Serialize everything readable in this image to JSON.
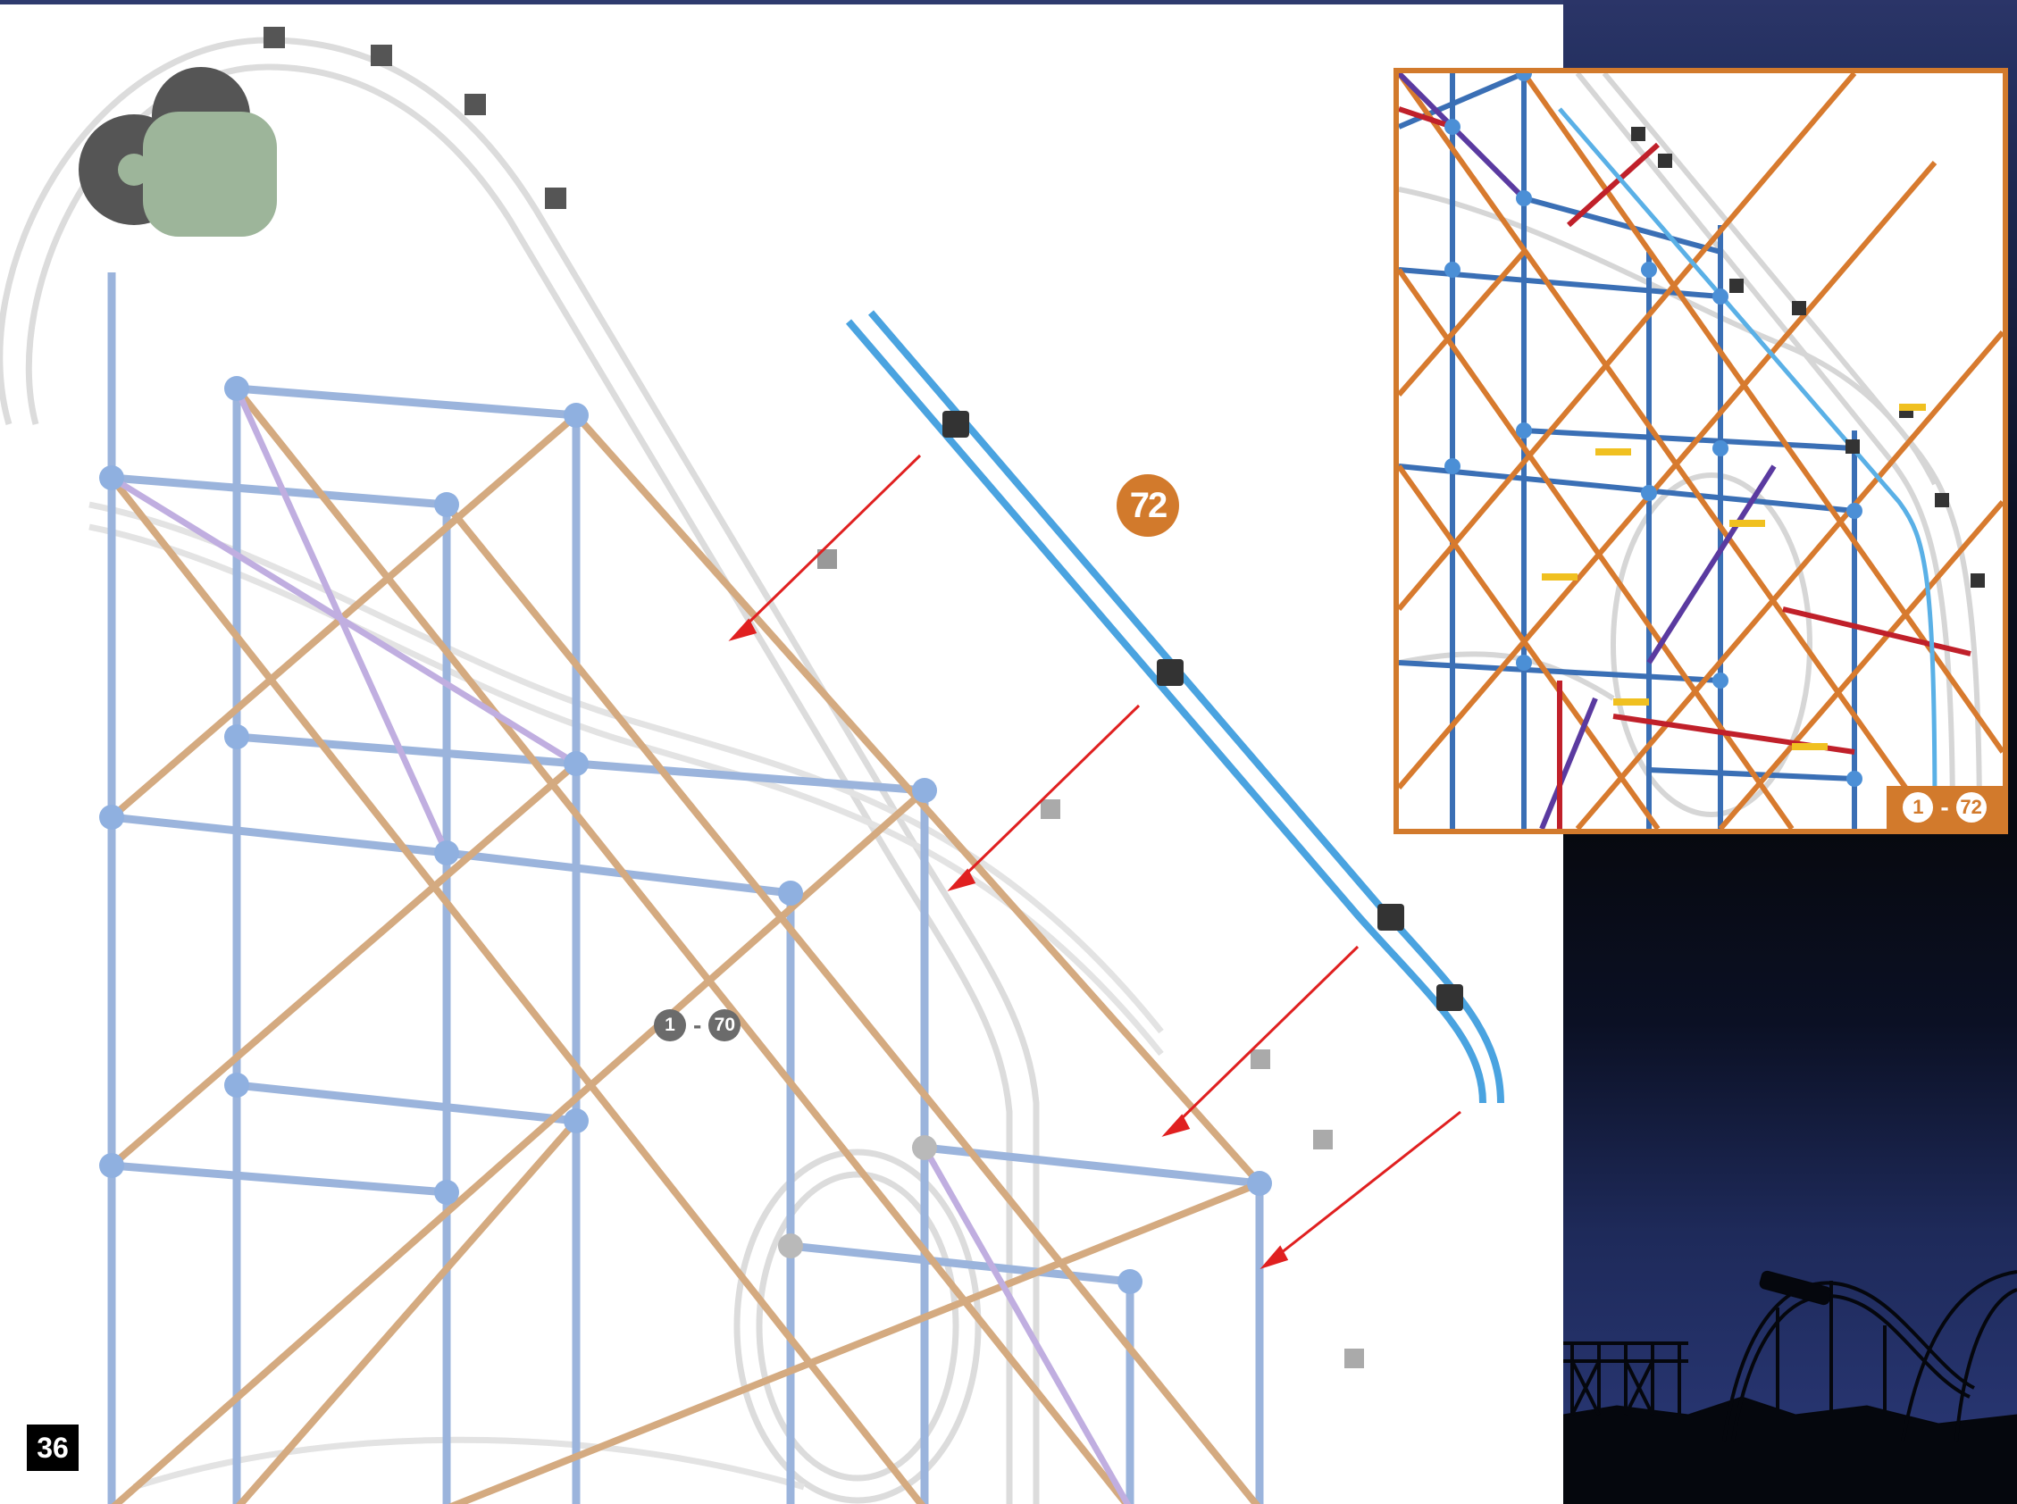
{
  "page": {
    "number": "36"
  },
  "main_figure": {
    "step_number": "72",
    "previous_range": {
      "from": "1",
      "dash": "-",
      "to": "70"
    }
  },
  "inset": {
    "range": {
      "from": "1",
      "dash": "-",
      "to": "72"
    }
  },
  "colors": {
    "accent_orange": "#d27a2c",
    "header_navy": "#2e3b6e",
    "rod_blue": "#3a6fb5",
    "rod_tan": "#c8935a",
    "rod_purple": "#7a5fb0",
    "track_white": "#e8e8e8",
    "new_part_blue": "#4aa3e0",
    "arrow_red": "#e02020"
  }
}
